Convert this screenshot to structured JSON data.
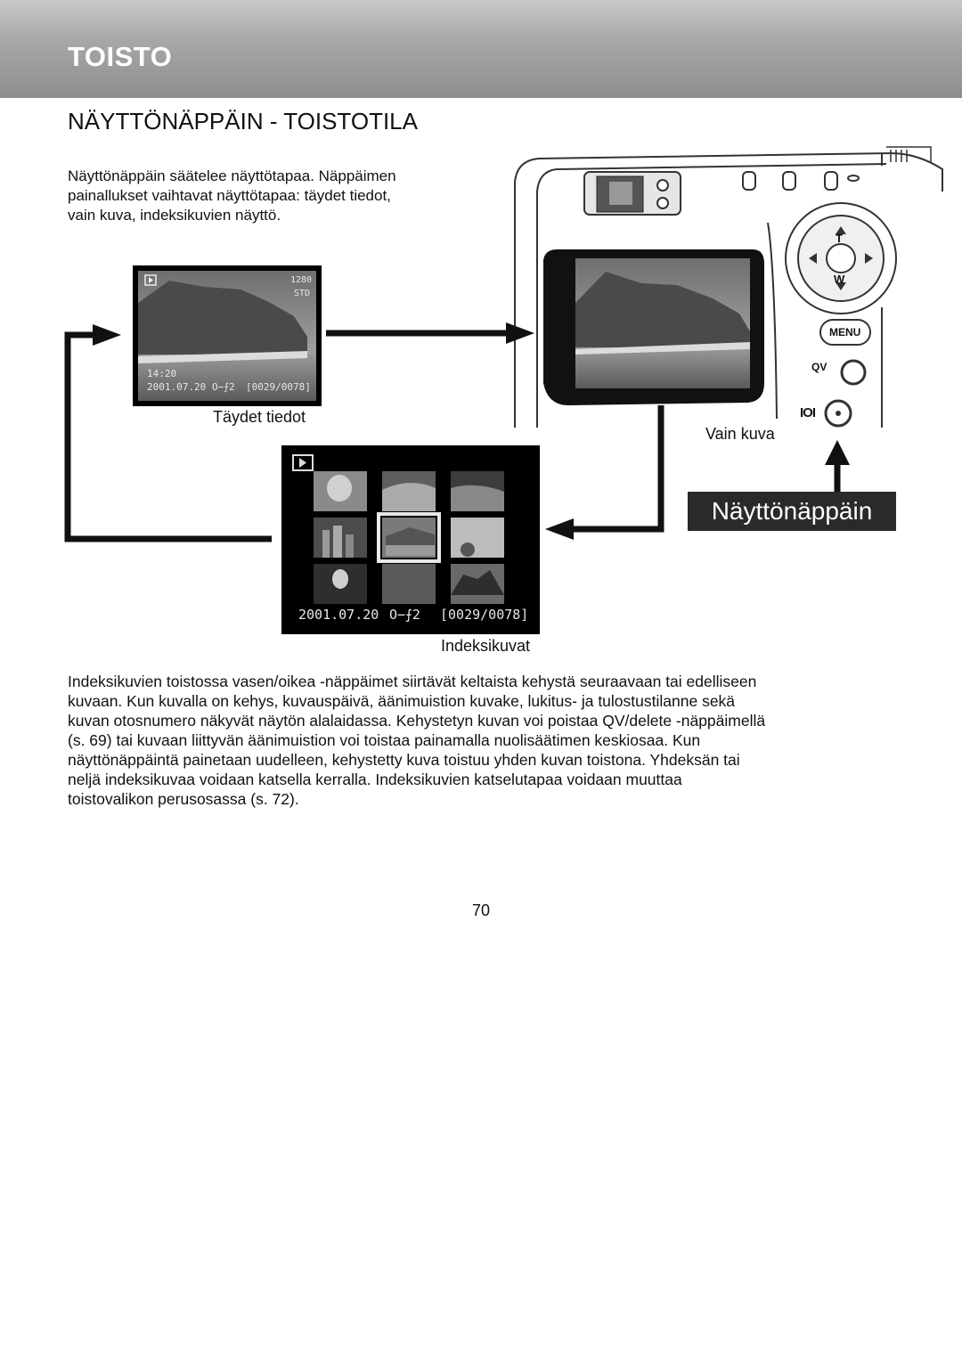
{
  "header": {
    "section_title": "TOISTO"
  },
  "page_heading": "NÄYTTÖNÄPPÄIN - TOISTOTILA",
  "intro_lines": [
    "Näyttönäppäin säätelee näyttötapaa. Näppäimen",
    "painallukset vaihtavat näyttötapaa: täydet tiedot,",
    "vain kuva, indeksikuvien näyttö."
  ],
  "full_info_screen": {
    "caption": "Täydet tiedot",
    "image_size": "1280",
    "quality": "STD",
    "time": "14:20",
    "date": "2001.07.20",
    "lock_print": "O−⨍2",
    "frame_counter": "[0029/0078]"
  },
  "image_only_screen": {
    "caption": "Vain kuva"
  },
  "index_screen": {
    "caption": "Indeksikuvat",
    "date": "2001.07.20",
    "lock_print": "O−⨍2",
    "frame_counter": "[0029/0078]",
    "thumbnail_count": 9,
    "selected_thumbnail": 5
  },
  "camera": {
    "dial_top": "T",
    "dial_bottom": "W",
    "menu_label": "MENU",
    "qv_label": "QV",
    "display_button_symbol": "IOI"
  },
  "display_button_label": "Näyttönäppäin",
  "body_lines": [
    "Indeksikuvien toistossa vasen/oikea -näppäimet siirtävät keltaista kehystä seuraavaan tai edelliseen",
    "kuvaan. Kun kuvalla on kehys, kuvauspäivä, äänimuistion kuvake, lukitus- ja tulostustilanne sekä",
    "kuvan otosnumero näkyvät näytön alalaidassa. Kehystetyn kuvan voi poistaa QV/delete -näppäimellä",
    "(s. 69) tai kuvaan liittyvän äänimuistion voi toistaa painamalla nuolisäätimen keskiosaa. Kun",
    "näyttönäppäintä painetaan uudelleen, kehystetty kuva toistuu yhden kuvan toistona. Yhdeksän tai",
    "neljä indeksikuvaa voidaan katsella kerralla. Indeksikuvien katselutapaa voidaan muuttaa",
    "toistovalikon perusosassa (s. 72)."
  ],
  "page_number": "70"
}
